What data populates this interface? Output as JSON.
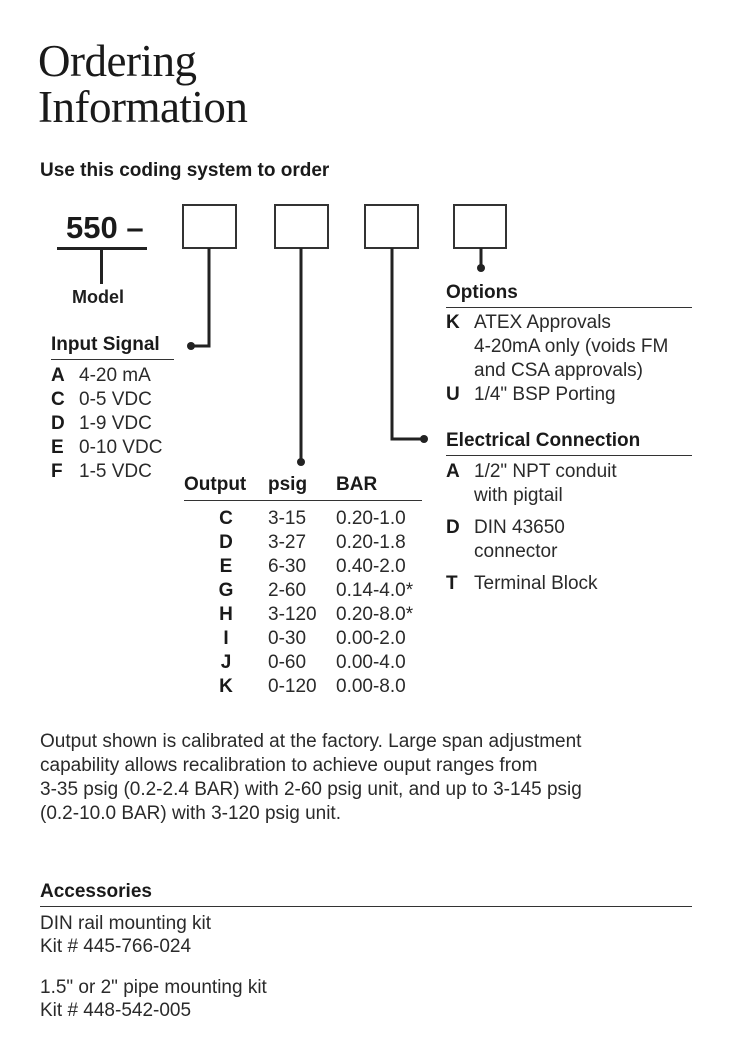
{
  "title_lines": [
    "Ordering",
    "Information"
  ],
  "subtitle": "Use this coding system to order",
  "model": {
    "code": "550 –",
    "label": "Model"
  },
  "code_boxes": [
    "input-signal",
    "output",
    "electrical-connection",
    "options"
  ],
  "input_signal": {
    "heading": "Input Signal",
    "items": [
      {
        "code": "A",
        "desc": "4-20 mA"
      },
      {
        "code": "C",
        "desc": "0-5 VDC"
      },
      {
        "code": "D",
        "desc": "1-9 VDC"
      },
      {
        "code": "E",
        "desc": "0-10 VDC"
      },
      {
        "code": "F",
        "desc": "1-5 VDC"
      }
    ]
  },
  "output_table": {
    "headers": [
      "Output",
      "psig",
      "BAR"
    ],
    "rows": [
      {
        "code": "C",
        "psig": "3-15",
        "bar": "0.20-1.0"
      },
      {
        "code": "D",
        "psig": "3-27",
        "bar": "0.20-1.8"
      },
      {
        "code": "E",
        "psig": "6-30",
        "bar": "0.40-2.0"
      },
      {
        "code": "G",
        "psig": "2-60",
        "bar": "0.14-4.0*"
      },
      {
        "code": "H",
        "psig": "3-120",
        "bar": "0.20-8.0*"
      },
      {
        "code": "I",
        "psig": "0-30",
        "bar": "0.00-2.0"
      },
      {
        "code": "J",
        "psig": "0-60",
        "bar": "0.00-4.0"
      },
      {
        "code": "K",
        "psig": "0-120",
        "bar": "0.00-8.0"
      }
    ]
  },
  "options": {
    "heading": "Options",
    "items": [
      {
        "code": "K",
        "lines": [
          "ATEX Approvals",
          "4-20mA only (voids FM",
          "and CSA approvals)"
        ]
      },
      {
        "code": "U",
        "lines": [
          "1/4\" BSP Porting"
        ]
      }
    ]
  },
  "electrical_connection": {
    "heading": "Electrical Connection",
    "items": [
      {
        "code": "A",
        "lines": [
          "1/2\" NPT conduit",
          "with pigtail"
        ]
      },
      {
        "code": "D",
        "lines": [
          "DIN 43650",
          "connector"
        ]
      },
      {
        "code": "T",
        "lines": [
          "Terminal Block"
        ]
      }
    ]
  },
  "calibration_note": {
    "lines": [
      "Output shown is calibrated at the factory. Large span adjustment",
      "capability allows recalibration to achieve ouput ranges from",
      "3-35 psig (0.2-2.4 BAR) with 2-60 psig unit, and up to 3-145 psig",
      "(0.2-10.0 BAR) with 3-120 psig unit."
    ]
  },
  "accessories": {
    "heading": "Accessories",
    "items": [
      {
        "name": "DIN rail mounting kit",
        "kit": "Kit # 445-766-024"
      },
      {
        "name": "1.5\" or 2\" pipe mounting kit",
        "kit": "Kit # 448-542-005"
      }
    ]
  }
}
